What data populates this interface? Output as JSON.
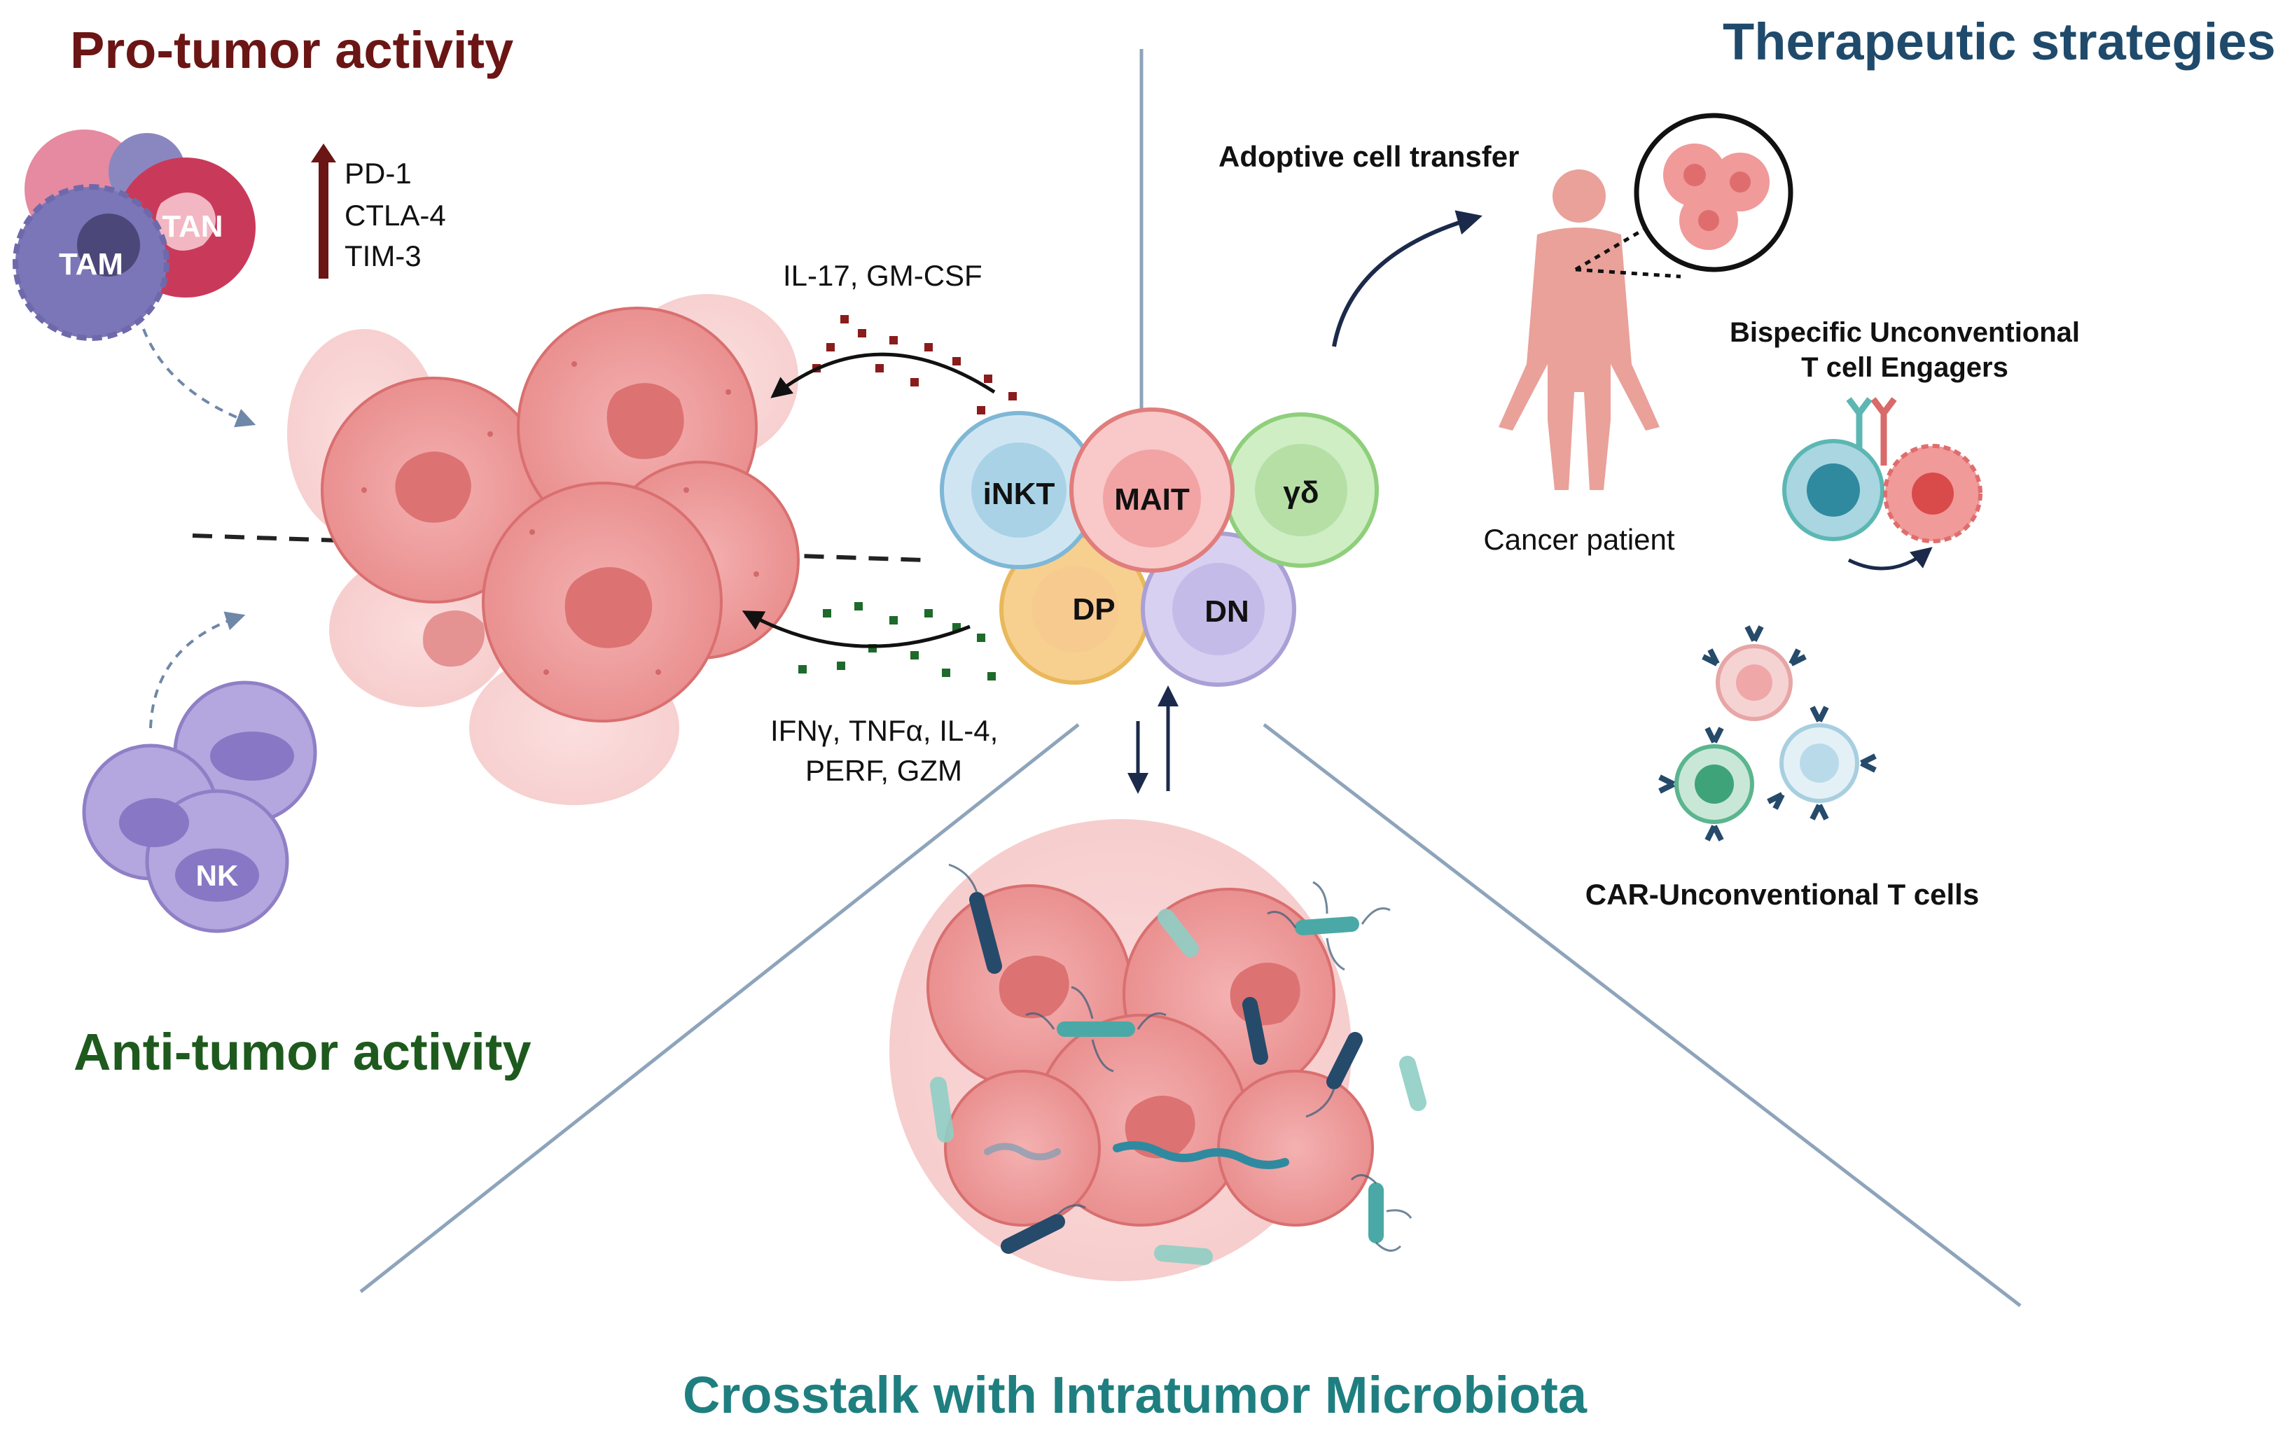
{
  "titles": {
    "pro_tumor": "Pro-tumor activity",
    "anti_tumor": "Anti-tumor activity",
    "therapeutic": "Therapeutic strategies",
    "crosstalk": "Crosstalk with Intratumor Microbiota"
  },
  "checkpoints": [
    "PD-1",
    "CTLA-4",
    "TIM-3"
  ],
  "myeloid_cells": {
    "tam": "TAM",
    "tan": "TAN"
  },
  "nk_cell": "NK",
  "cytokines": {
    "pro": "IL-17, GM-CSF",
    "anti_line1": "IFNγ, TNFα, IL-4,",
    "anti_line2": "PERF, GZM"
  },
  "t_cell_subsets": [
    "iNKT",
    "MAIT",
    "γδ",
    "DP",
    "DN"
  ],
  "therapies": {
    "adoptive": "Adoptive cell transfer",
    "patient": "Cancer patient",
    "bispecific_line1": "Bispecific Unconventional",
    "bispecific_line2": "T cell Engagers",
    "car": "CAR-Unconventional T cells"
  },
  "colors": {
    "pro_title": "#6b1515",
    "anti_title": "#1e5a1e",
    "therapeutic_title": "#1f4a6b",
    "crosstalk_title": "#1f7f80",
    "tumor": "#e98a8a",
    "tumor_nucleus": "#d96868",
    "inkt": "#a9d2e6",
    "mait": "#f2a3a3",
    "gd": "#b6dfa6",
    "dp": "#f7d08f",
    "dn": "#cfc6ec",
    "bacteria_dark": "#264a6a",
    "bacteria_teal": "#5cb7b3"
  }
}
